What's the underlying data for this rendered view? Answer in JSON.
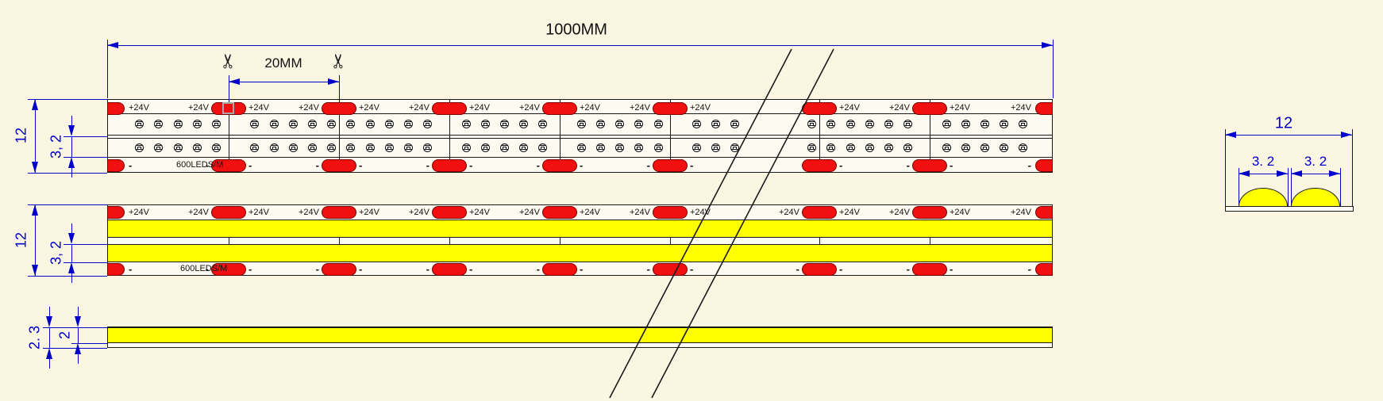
{
  "colors": {
    "dimension_blue": "#0000C8",
    "pad_red": "#F01010",
    "pad_border": "#7A0000",
    "phosphor_yellow": "#FFFF00",
    "line_black": "#1A1A1A",
    "background": "#FBF6E2"
  },
  "dimensions": {
    "total_length": "1000MM",
    "cut_interval": "20MM",
    "top_strip_width": "12",
    "top_strip_row_width": "3, 2",
    "mid_strip_width": "12",
    "mid_strip_row_width": "3, 2",
    "side_view_total_height": "2. 3",
    "side_view_layer_height": "2",
    "section_width": "12",
    "section_dome_left": "3. 2",
    "section_dome_right": "3. 2"
  },
  "labels": {
    "positive_terminal": "+24V",
    "negative_terminal": "-",
    "led_density": "600LEDS/M"
  },
  "icons": {
    "scissors": "✂"
  }
}
